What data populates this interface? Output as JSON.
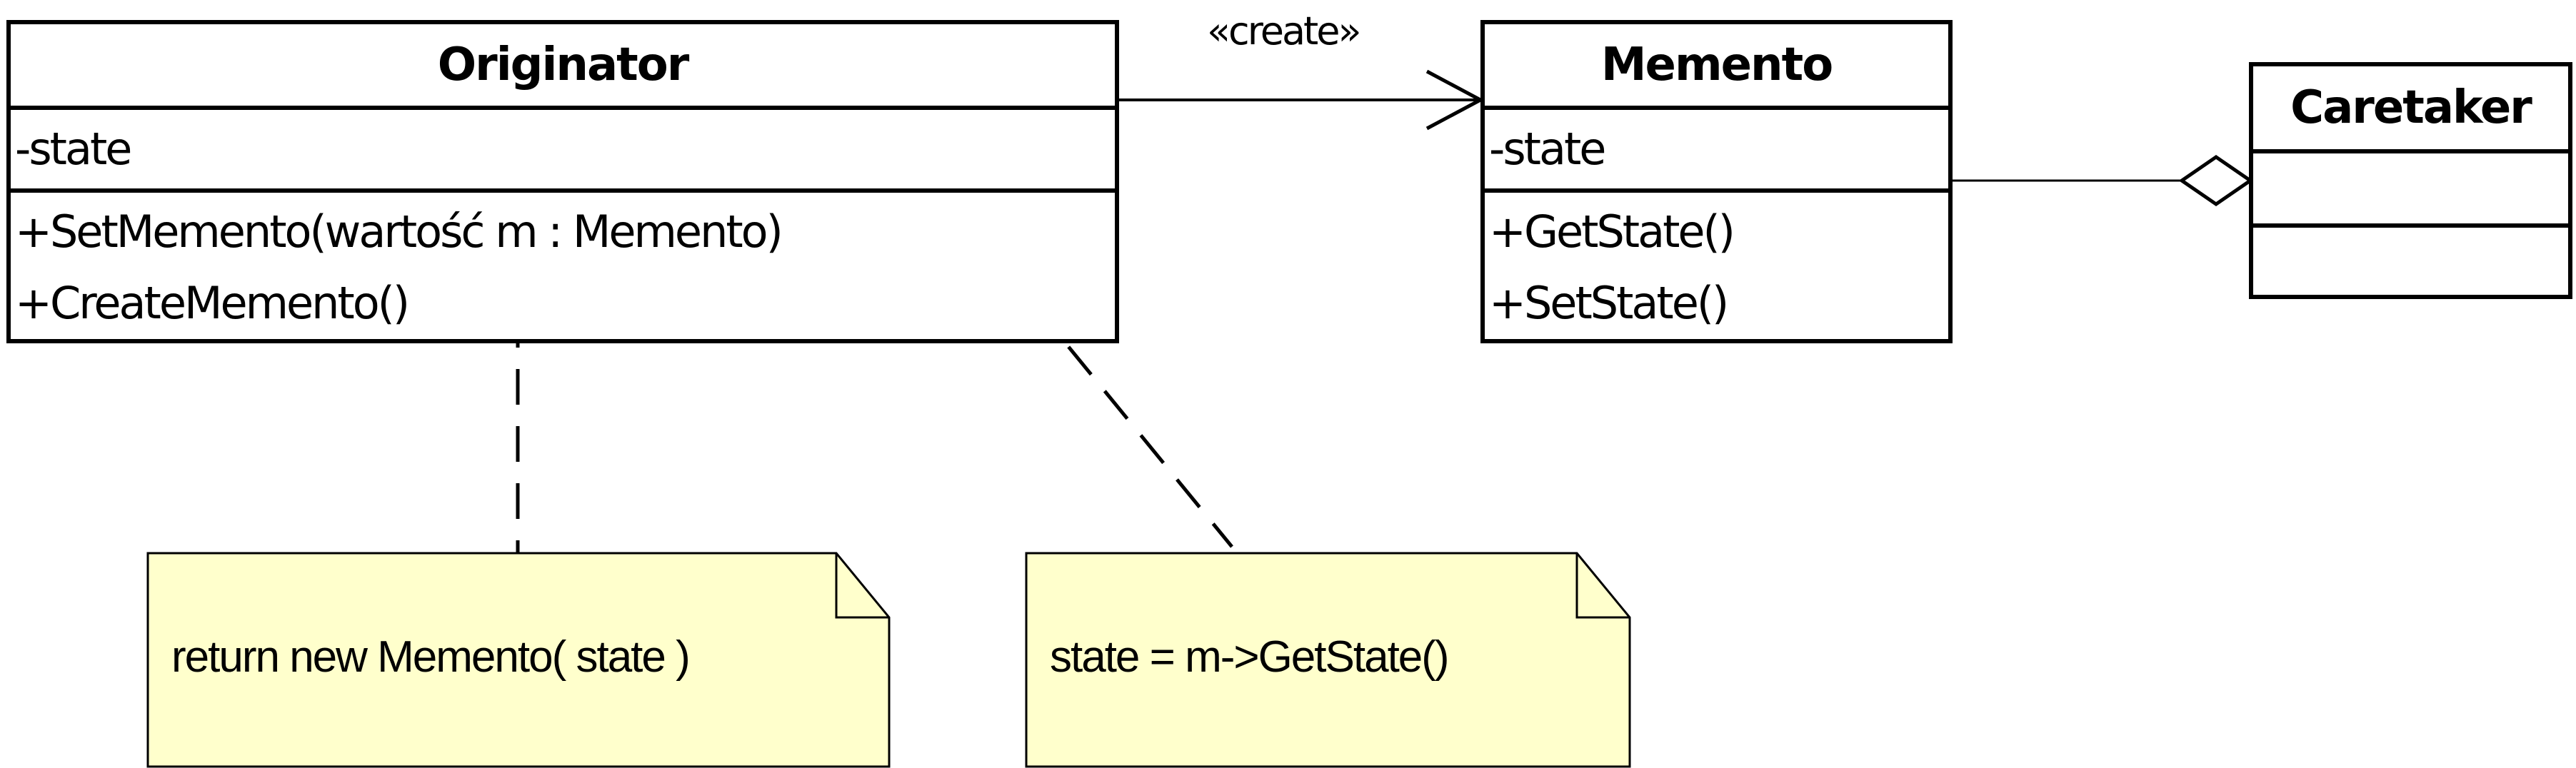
{
  "diagram": {
    "type": "UML class diagram",
    "classes": [
      {
        "id": "originator",
        "name": "Originator",
        "attributes": [
          "-state"
        ],
        "operations": [
          "+SetMemento(wartość m : Memento)",
          "+CreateMemento()"
        ]
      },
      {
        "id": "memento",
        "name": "Memento",
        "attributes": [
          "-state"
        ],
        "operations": [
          "+GetState()",
          "+SetState()"
        ]
      },
      {
        "id": "caretaker",
        "name": "Caretaker",
        "attributes": [],
        "operations": []
      }
    ],
    "relations": [
      {
        "from": "Originator",
        "to": "Memento",
        "kind": "dependency",
        "label": "«create»"
      },
      {
        "from": "Caretaker",
        "to": "Memento",
        "kind": "aggregation",
        "label": ""
      }
    ],
    "notes": [
      {
        "attached_to": "+CreateMemento()",
        "text": "return new Memento( state )"
      },
      {
        "attached_to": "+SetMemento(wartość m : Memento)",
        "text": "state = m->GetState()"
      }
    ],
    "colors": {
      "line": "#000000",
      "class_fill": "#ffffff",
      "note_fill": "#ffffcc",
      "note_border": "#000000"
    }
  }
}
